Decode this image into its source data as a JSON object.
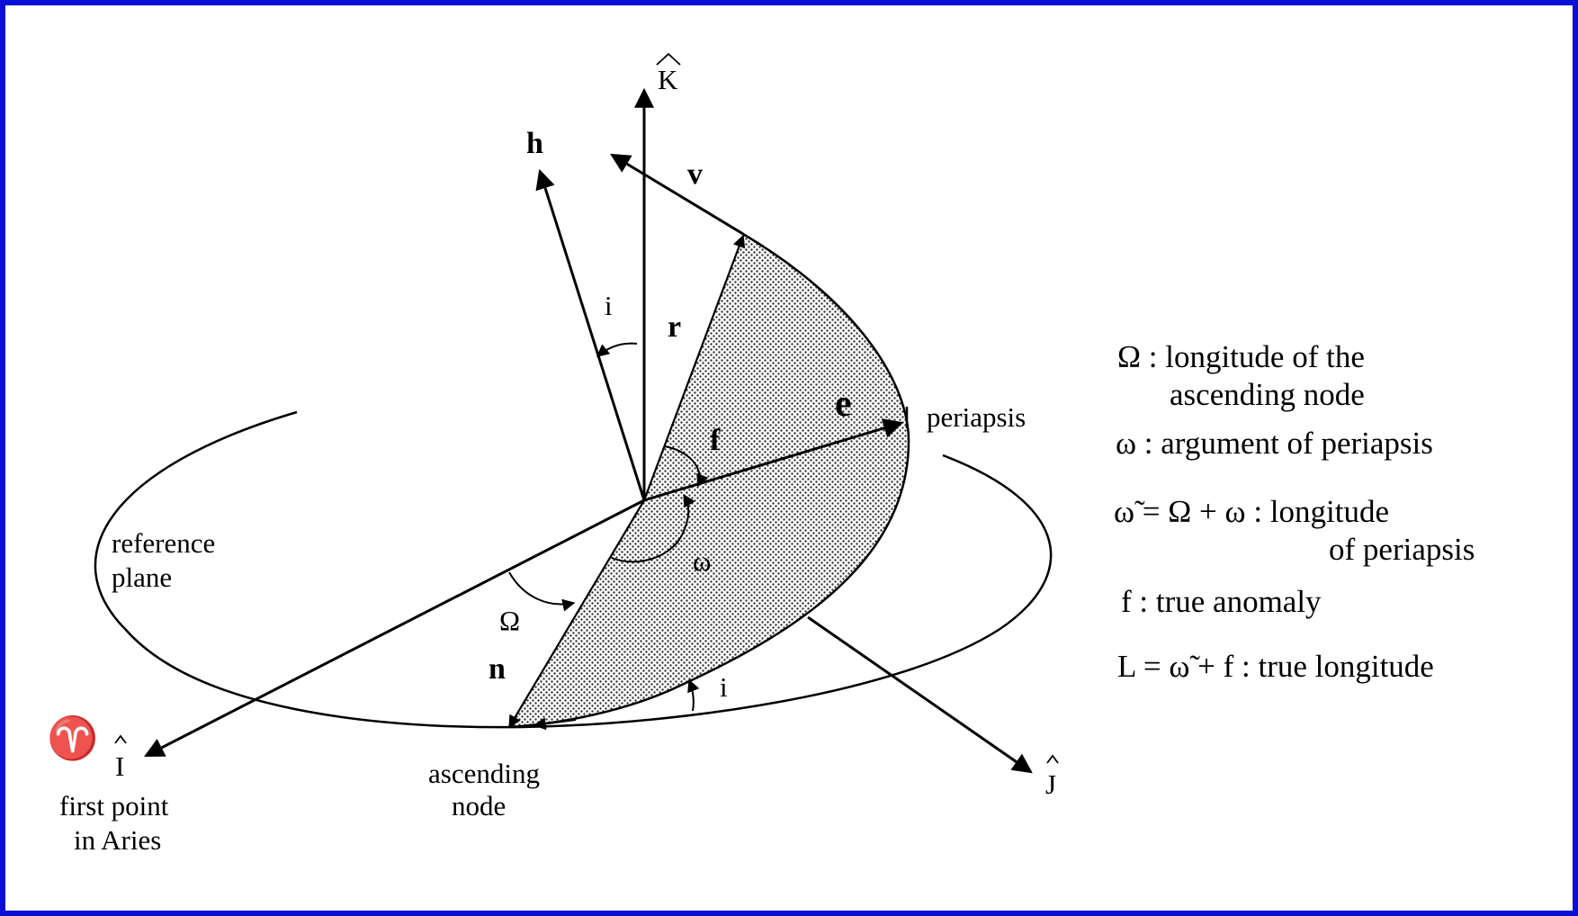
{
  "vectors": {
    "K": "K",
    "h": "h",
    "v": "v",
    "r": "r",
    "e": "e",
    "n": "n",
    "I": "I",
    "J": "J"
  },
  "angles": {
    "inclination": "i",
    "inclination_lower": "i",
    "true_anomaly": "f",
    "arg_periapsis": "ω",
    "raan": "Ω"
  },
  "labels": {
    "periapsis": "periapsis",
    "reference_plane_1": "reference",
    "reference_plane_2": "plane",
    "ascending_node_1": "ascending",
    "ascending_node_2": "node",
    "first_point_1": "first point",
    "first_point_2": "in Aries",
    "aries_symbol": "♈"
  },
  "legend": {
    "raan_1": "Ω : longitude of the",
    "raan_2": "ascending node",
    "omega": "ω : argument of periapsis",
    "lop_1": "ω̃ = Ω + ω : longitude",
    "lop_2": "of periapsis",
    "f": "f : true anomaly",
    "L": "L = ω̃ + f : true longitude"
  },
  "colors": {
    "border": "#0a0fd6",
    "ink": "#000000"
  }
}
